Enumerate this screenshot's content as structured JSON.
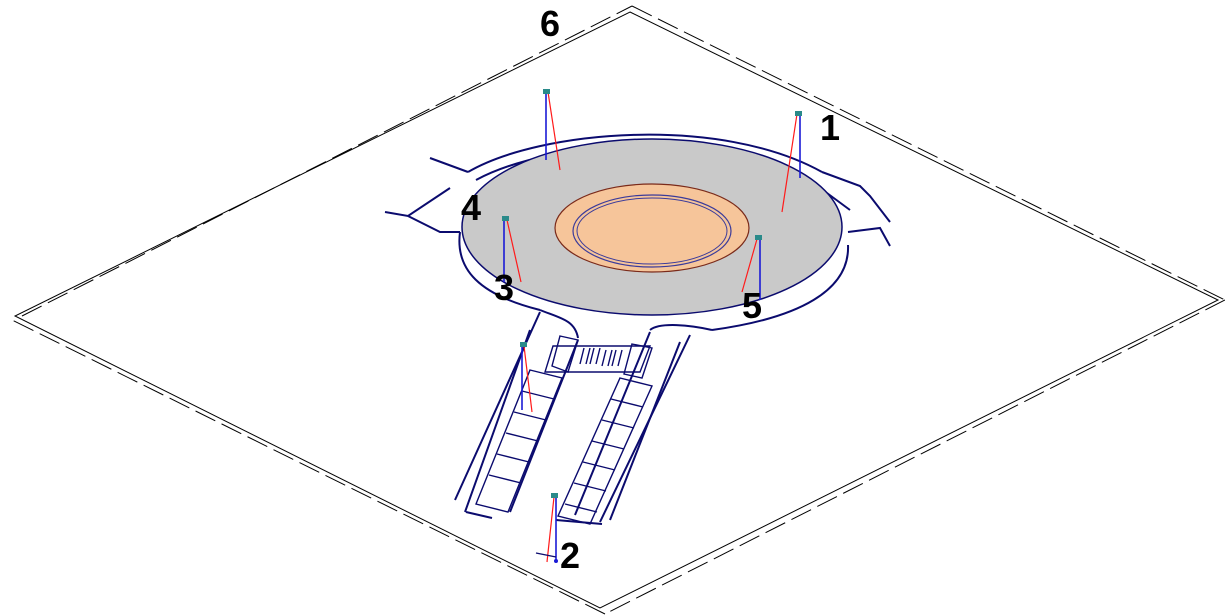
{
  "labels": {
    "one": "1",
    "two": "2",
    "three": "3",
    "four": "4",
    "five": "5",
    "six": "6"
  },
  "colors": {
    "outline": "#0b0b6e",
    "pole": "#1a1ad6",
    "beam": "#ff1a1a",
    "lamp": "#2a8a8a",
    "roundabout_fill": "#c9c9c9",
    "island_fill": "#f6c59a",
    "island_stroke": "#7a2a1a",
    "plane_stroke": "#000000"
  }
}
